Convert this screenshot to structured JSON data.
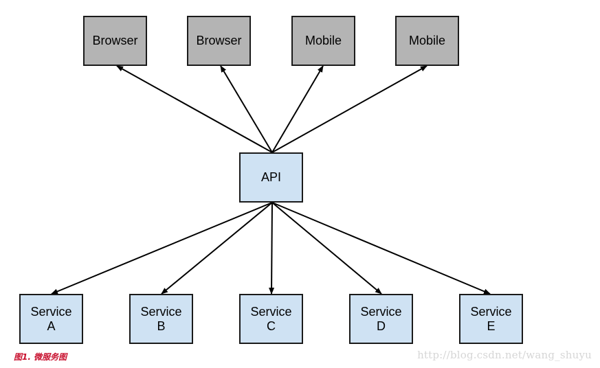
{
  "clients": [
    {
      "label": "Browser"
    },
    {
      "label": "Browser"
    },
    {
      "label": "Mobile"
    },
    {
      "label": "Mobile"
    }
  ],
  "api": {
    "label": "API"
  },
  "services": [
    {
      "line1": "Service",
      "line2": "A"
    },
    {
      "line1": "Service",
      "line2": "B"
    },
    {
      "line1": "Service",
      "line2": "C"
    },
    {
      "line1": "Service",
      "line2": "D"
    },
    {
      "line1": "Service",
      "line2": "E"
    }
  ],
  "caption": "图1. 微服务图",
  "watermark": "http://blog.csdn.net/wang_shuyu",
  "colors": {
    "client_fill": "#b4b4b4",
    "api_fill": "#cfe2f3",
    "service_fill": "#cfe2f3",
    "edge": "#000000",
    "caption": "#c8102e"
  }
}
